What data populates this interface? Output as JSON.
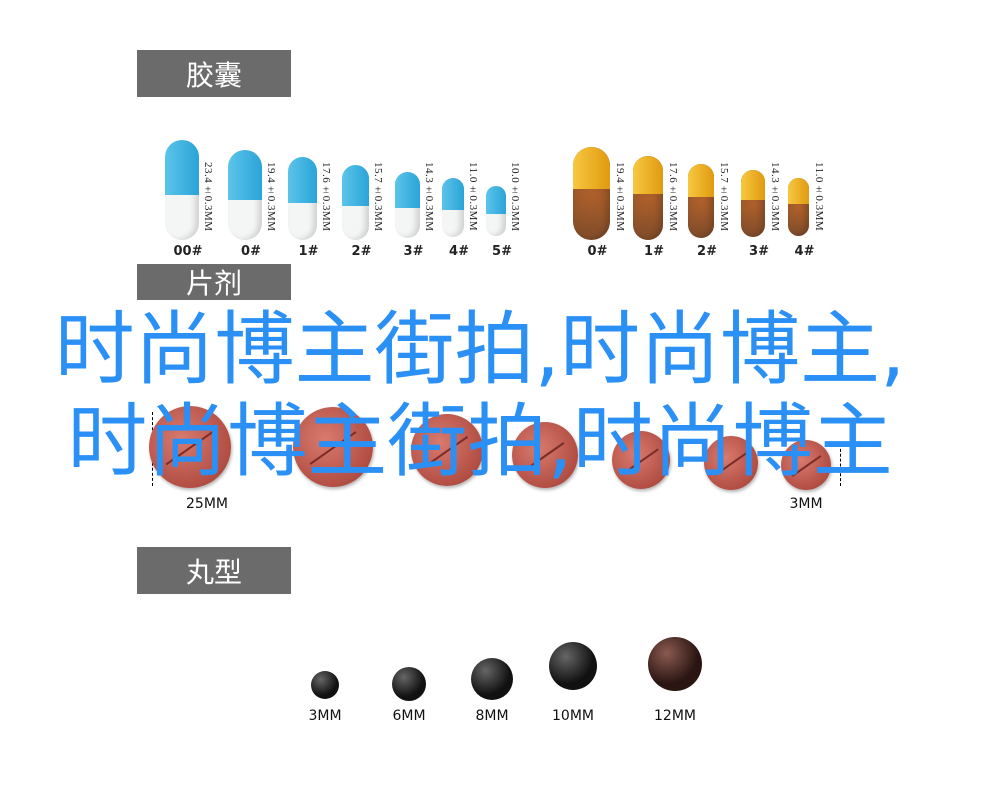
{
  "sections": {
    "capsule": "胶囊",
    "tablet": "片剂",
    "pill": "丸型"
  },
  "blue_capsules": [
    {
      "size": "00#",
      "length": "23.4±0.3MM"
    },
    {
      "size": "0#",
      "length": "19.4±0.3MM"
    },
    {
      "size": "1#",
      "length": "17.6±0.3MM"
    },
    {
      "size": "2#",
      "length": "15.7±0.3MM"
    },
    {
      "size": "3#",
      "length": "14.3±0.3MM"
    },
    {
      "size": "4#",
      "length": "11.0±0.3MM"
    },
    {
      "size": "5#",
      "length": "10.0±0.3MM"
    }
  ],
  "gold_capsules": [
    {
      "size": "0#",
      "length": "19.4±0.3MM"
    },
    {
      "size": "1#",
      "length": "17.6±0.3MM"
    },
    {
      "size": "2#",
      "length": "15.7±0.3MM"
    },
    {
      "size": "3#",
      "length": "14.3±0.3MM"
    },
    {
      "size": "4#",
      "length": "11.0±0.3MM"
    }
  ],
  "tablets": {
    "max_label": "25MM",
    "min_label": "3MM"
  },
  "pills": [
    "3MM",
    "6MM",
    "8MM",
    "10MM",
    "12MM"
  ],
  "overlay_text": "时尚博主街拍,时尚博主,时尚博主街拍,时尚博主",
  "colors": {
    "overlay": "#2b90f5",
    "capsule_blue": "#3bb0e0",
    "capsule_gold": "#f0b020",
    "header_bg": "#6b6b6b"
  }
}
